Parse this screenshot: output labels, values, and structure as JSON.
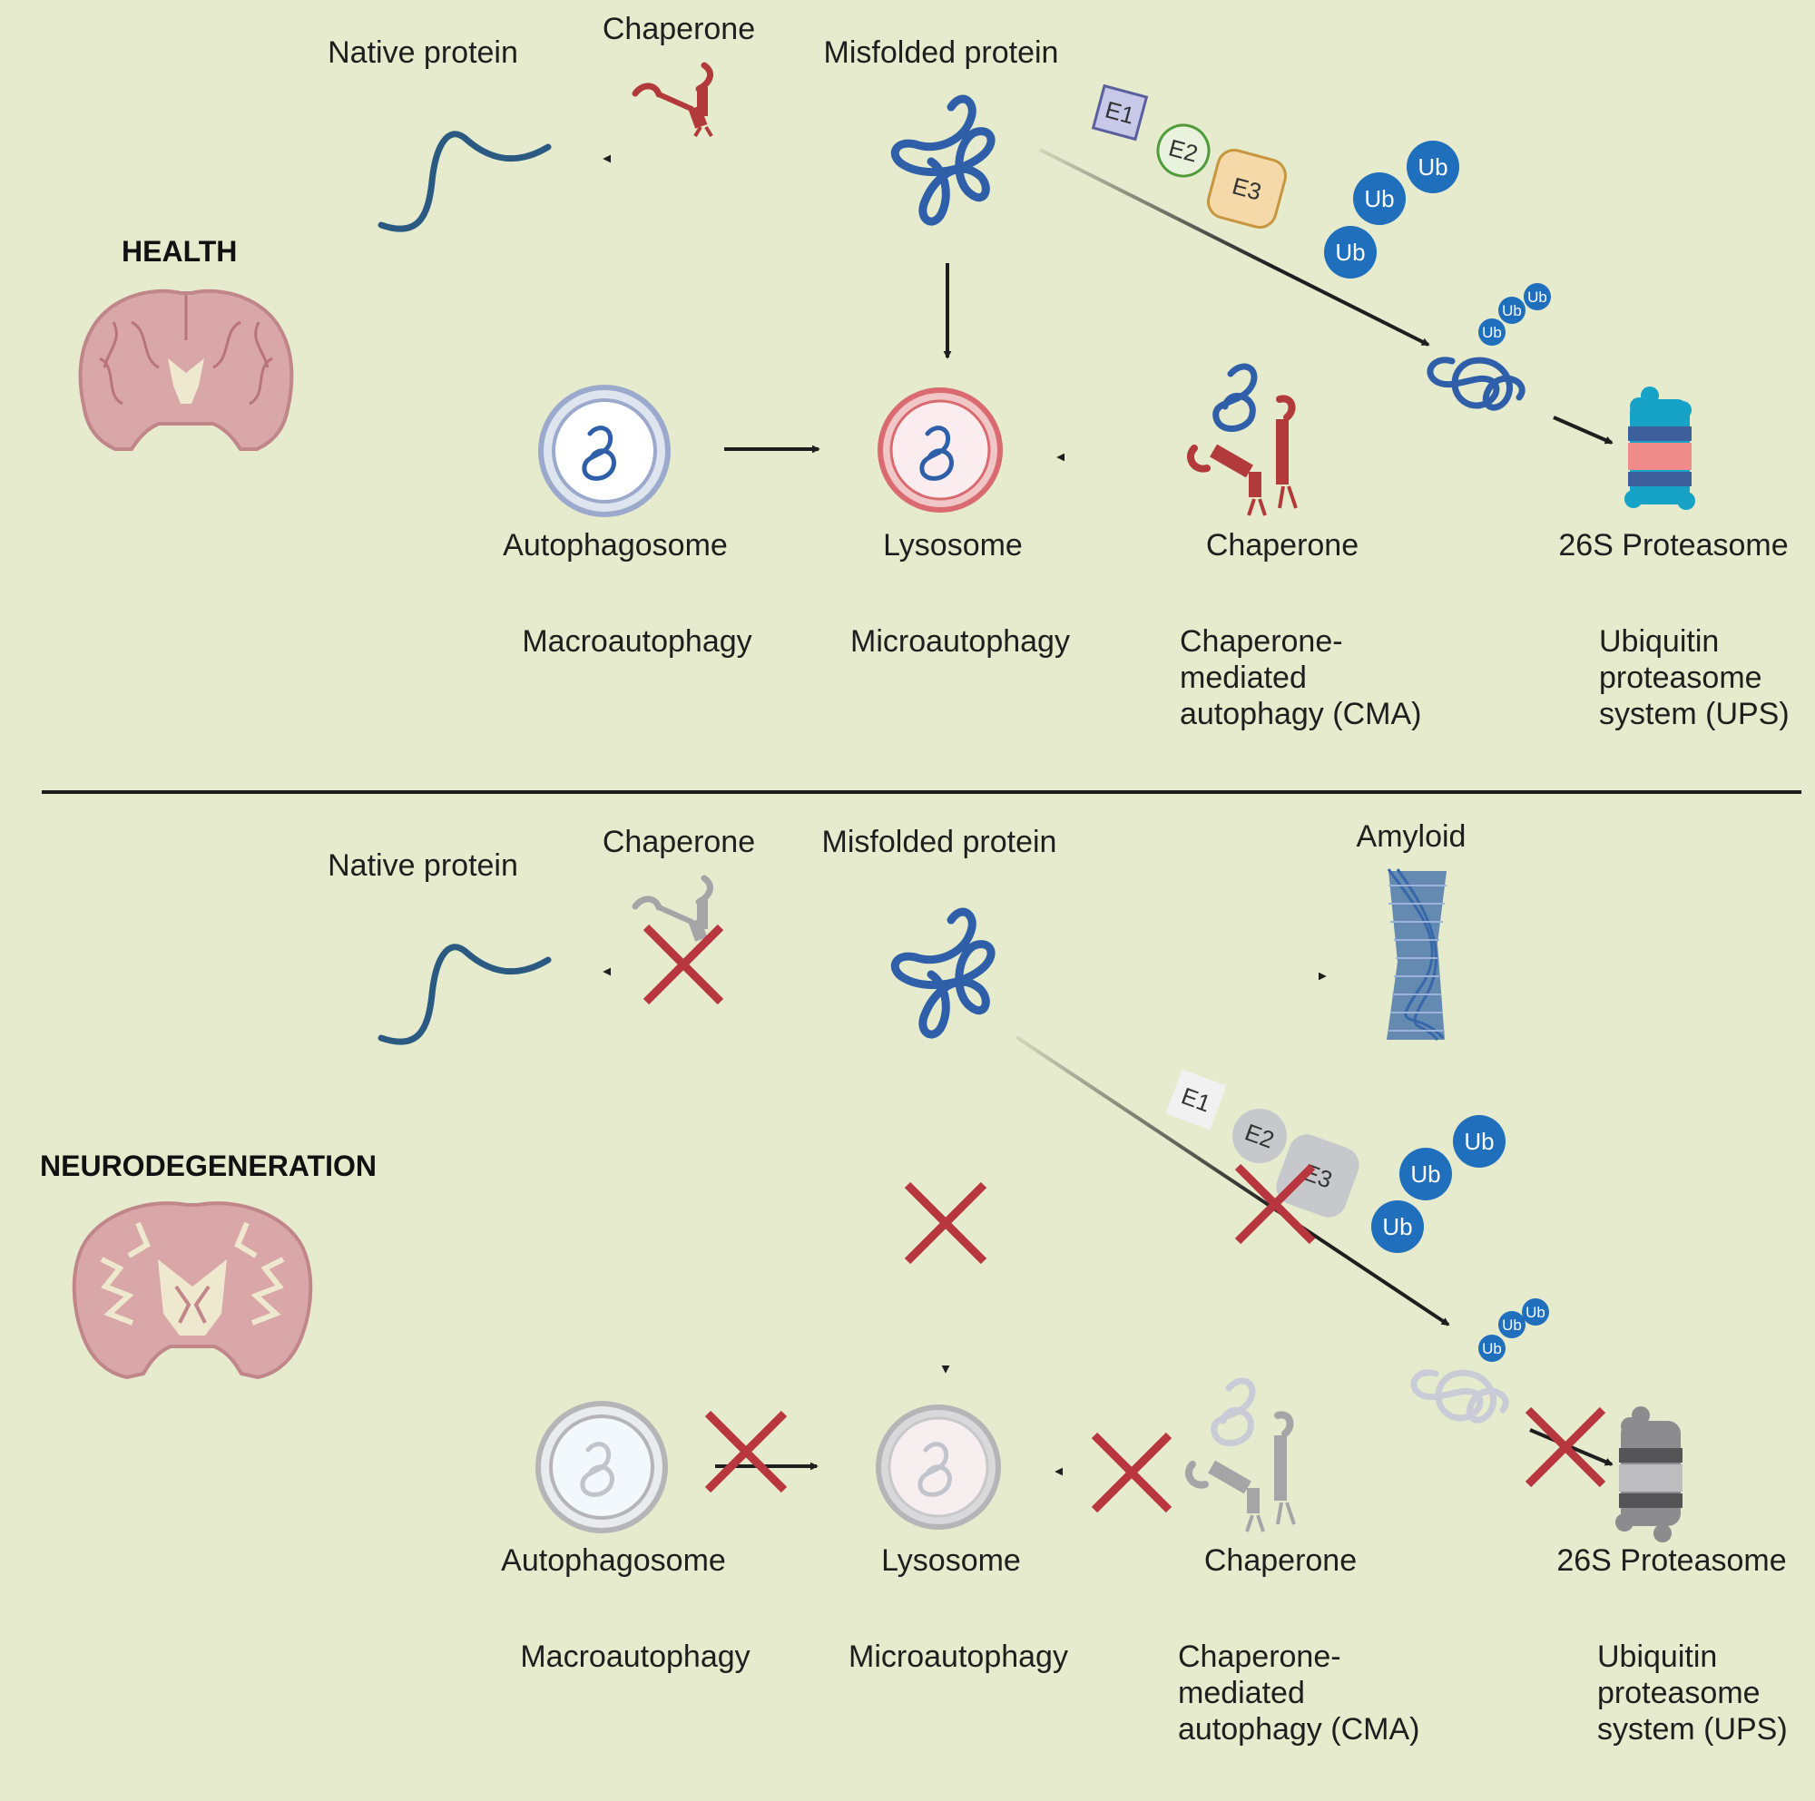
{
  "colors": {
    "background": "#e6ebcd",
    "protein": "#2e5fa8",
    "native_protein": "#2a5a82",
    "chaperone": "#b23a3a",
    "ubiquitin": "#1f6fbd",
    "block_x": "#b8373f",
    "lysosome": "#d96a70",
    "autophagosome": "#9aa9cc",
    "brain": "#d9a7a8",
    "inactive": "#b5b5b8"
  },
  "health": {
    "section_label": "HEALTH",
    "native_protein": "Native protein",
    "chaperone_top": "Chaperone",
    "misfolded_protein": "Misfolded protein",
    "enzymes": [
      "E1",
      "E2",
      "E3"
    ],
    "ubiquitin": "Ub",
    "autophagosome": "Autophagosome",
    "lysosome": "Lysosome",
    "chaperone_mid": "Chaperone",
    "proteasome": "26S Proteasome",
    "pathways": {
      "macro": "Macroautophagy",
      "micro": "Microautophagy",
      "cma": [
        "Chaperone-",
        "mediated",
        "autophagy (CMA)"
      ],
      "ups": [
        "Ubiquitin",
        "proteasome",
        "system (UPS)"
      ]
    }
  },
  "neuro": {
    "section_label": "NEURODEGENERATION",
    "native_protein": "Native protein",
    "chaperone_top": "Chaperone",
    "misfolded_protein": "Misfolded protein",
    "amyloid": "Amyloid",
    "enzymes": [
      "E1",
      "E2",
      "E3"
    ],
    "ubiquitin": "Ub",
    "autophagosome": "Autophagosome",
    "lysosome": "Lysosome",
    "chaperone_mid": "Chaperone",
    "proteasome": "26S Proteasome",
    "pathways": {
      "macro": "Macroautophagy",
      "micro": "Microautophagy",
      "cma": [
        "Chaperone-",
        "mediated",
        "autophagy (CMA)"
      ],
      "ups": [
        "Ubiquitin",
        "proteasome",
        "system (UPS)"
      ]
    }
  }
}
